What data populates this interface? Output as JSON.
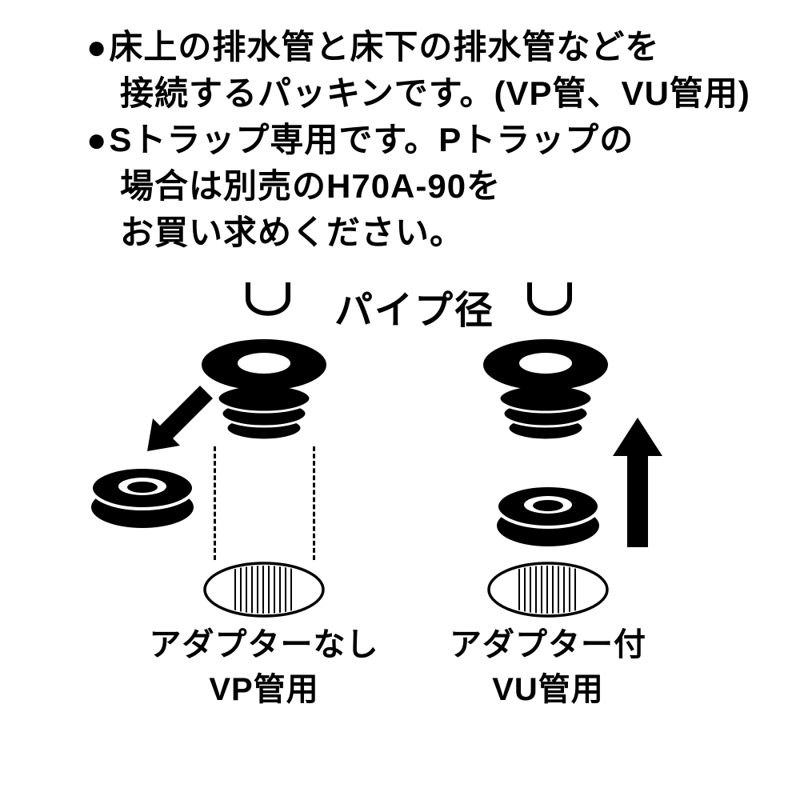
{
  "colors": {
    "ink": "#000000",
    "background": "#ffffff"
  },
  "notes": {
    "marker": "●",
    "bullet1_line1": "床上の排水管と床下の排水管などを",
    "bullet1_line2": "接続するパッキンです。(VP管、VU管用)",
    "bullet2_line1": "Sトラップ専用です。Pトラップの",
    "bullet2_line2": "場合は別売のH70A-90を",
    "bullet2_line3": "お買い求めください。"
  },
  "diagram": {
    "pipe_diameter_label": "パイプ径",
    "left_figure": {
      "caption_line1": "アダプターなし",
      "caption_line2": "VP管用"
    },
    "right_figure": {
      "caption_line1": "アダプター付",
      "caption_line2": "VU管用"
    }
  }
}
